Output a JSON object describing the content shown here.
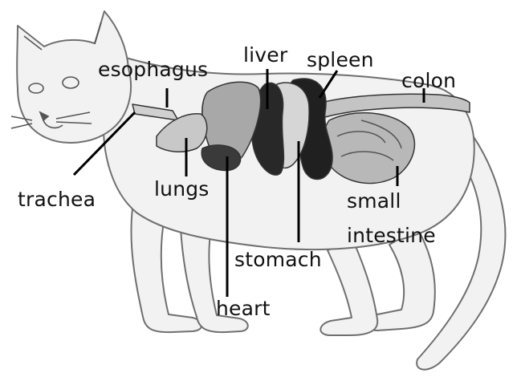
{
  "labels": {
    "esophagus": "esophagus",
    "liver": "liver",
    "spleen": "spleen",
    "colon": "colon",
    "trachea": "trachea",
    "lungs": "lungs",
    "small": "small",
    "intestine": "intestine",
    "stomach": "stomach",
    "heart": "heart"
  },
  "colors": {
    "background": "#ffffff",
    "cat_fill": "#f2f2f2",
    "cat_outline": "#6f6f6f",
    "organ_dark": "#202020",
    "organ_light": "#bdbdbd",
    "leader_line": "#000000",
    "label_text": "#111111"
  }
}
